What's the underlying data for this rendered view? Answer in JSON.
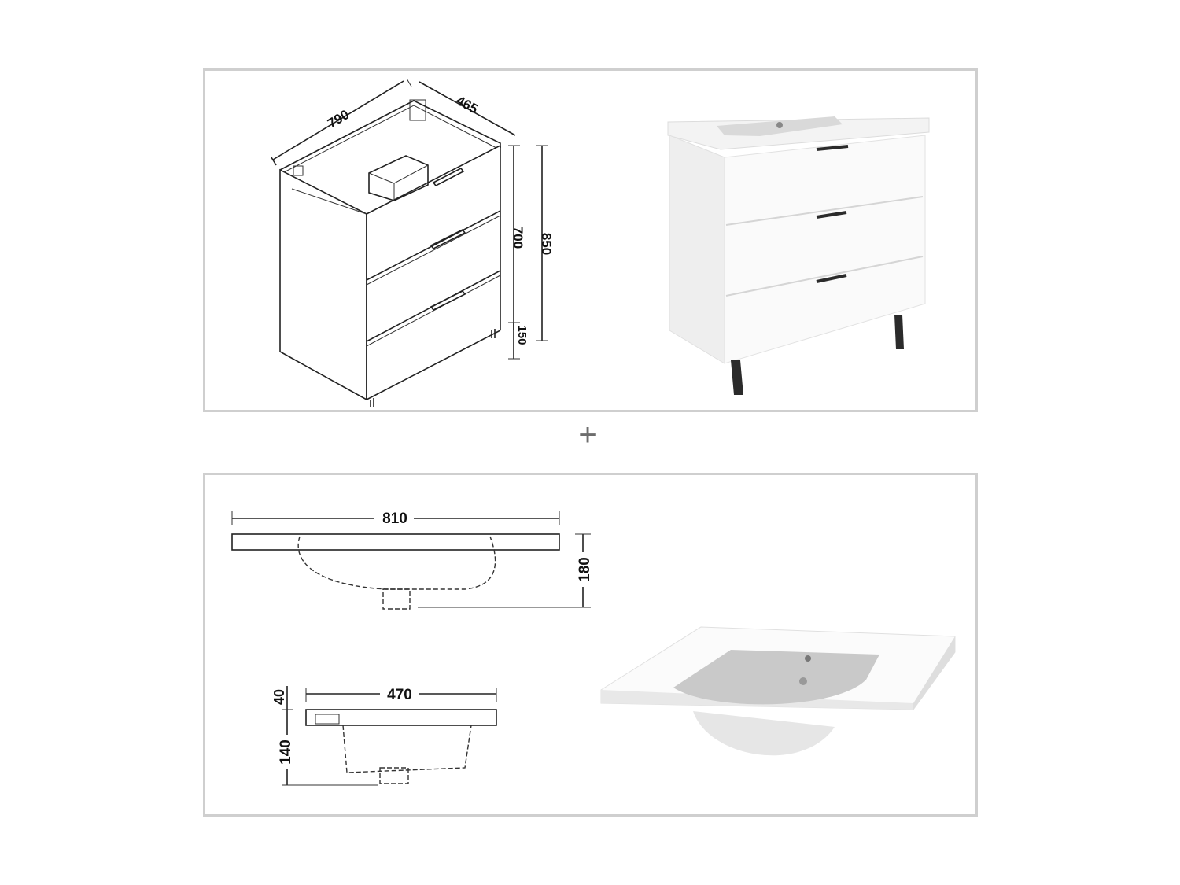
{
  "separator": {
    "symbol": "+"
  },
  "cabinet_drawing": {
    "width": "790",
    "depth": "465",
    "body_height": "700",
    "total_height": "850",
    "leg_height": "150"
  },
  "basin_front": {
    "width": "810",
    "height": "180"
  },
  "basin_side": {
    "depth": "470",
    "rim_thickness": "40",
    "bowl_depth": "140"
  },
  "colors": {
    "panel_border": "#cfcfcf",
    "line": "#222222",
    "cabinet_white": "#f6f6f6",
    "legs": "#2b2b2b"
  }
}
